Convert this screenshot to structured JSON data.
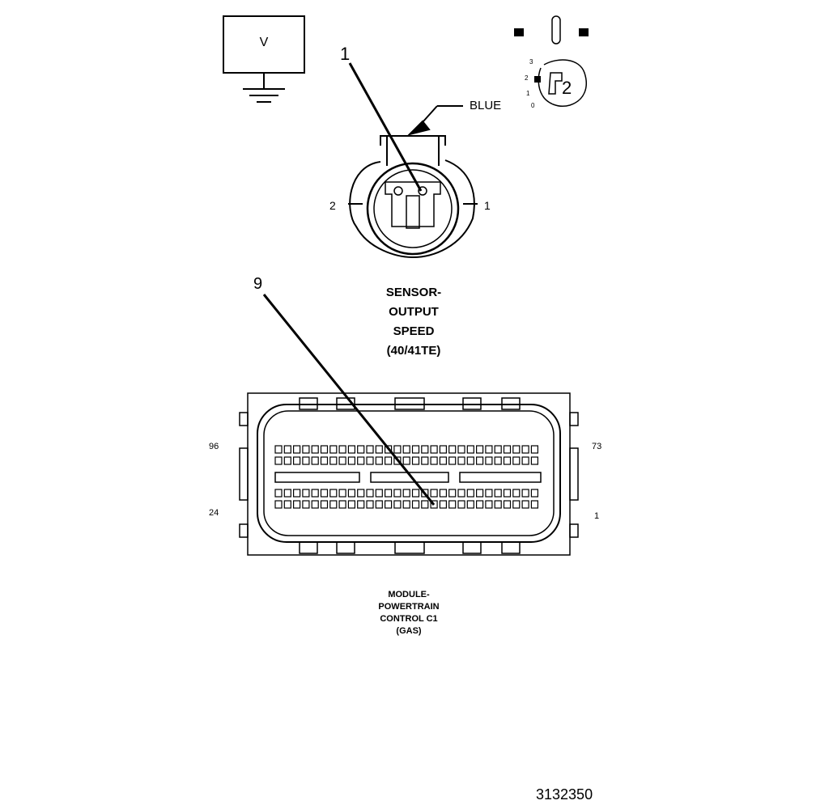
{
  "meter": {
    "symbol": "V"
  },
  "sensor_connector": {
    "callout": "1",
    "color_label": "BLUE",
    "pin_left": "2",
    "pin_right": "1",
    "title_lines": [
      "SENSOR-",
      "OUTPUT",
      "SPEED",
      "(40/41TE)"
    ]
  },
  "key_view": {
    "scale_labels": [
      "3",
      "2",
      "1",
      "0"
    ],
    "position_label": "2"
  },
  "pcm_connector": {
    "callout": "9",
    "pin_top_left": "96",
    "pin_top_right": "73",
    "pin_bottom_left": "24",
    "pin_bottom_right": "1",
    "title_lines": [
      "MODULE-",
      "POWERTRAIN",
      "CONTROL C1",
      "(GAS)"
    ]
  },
  "figure_number": "3132350"
}
